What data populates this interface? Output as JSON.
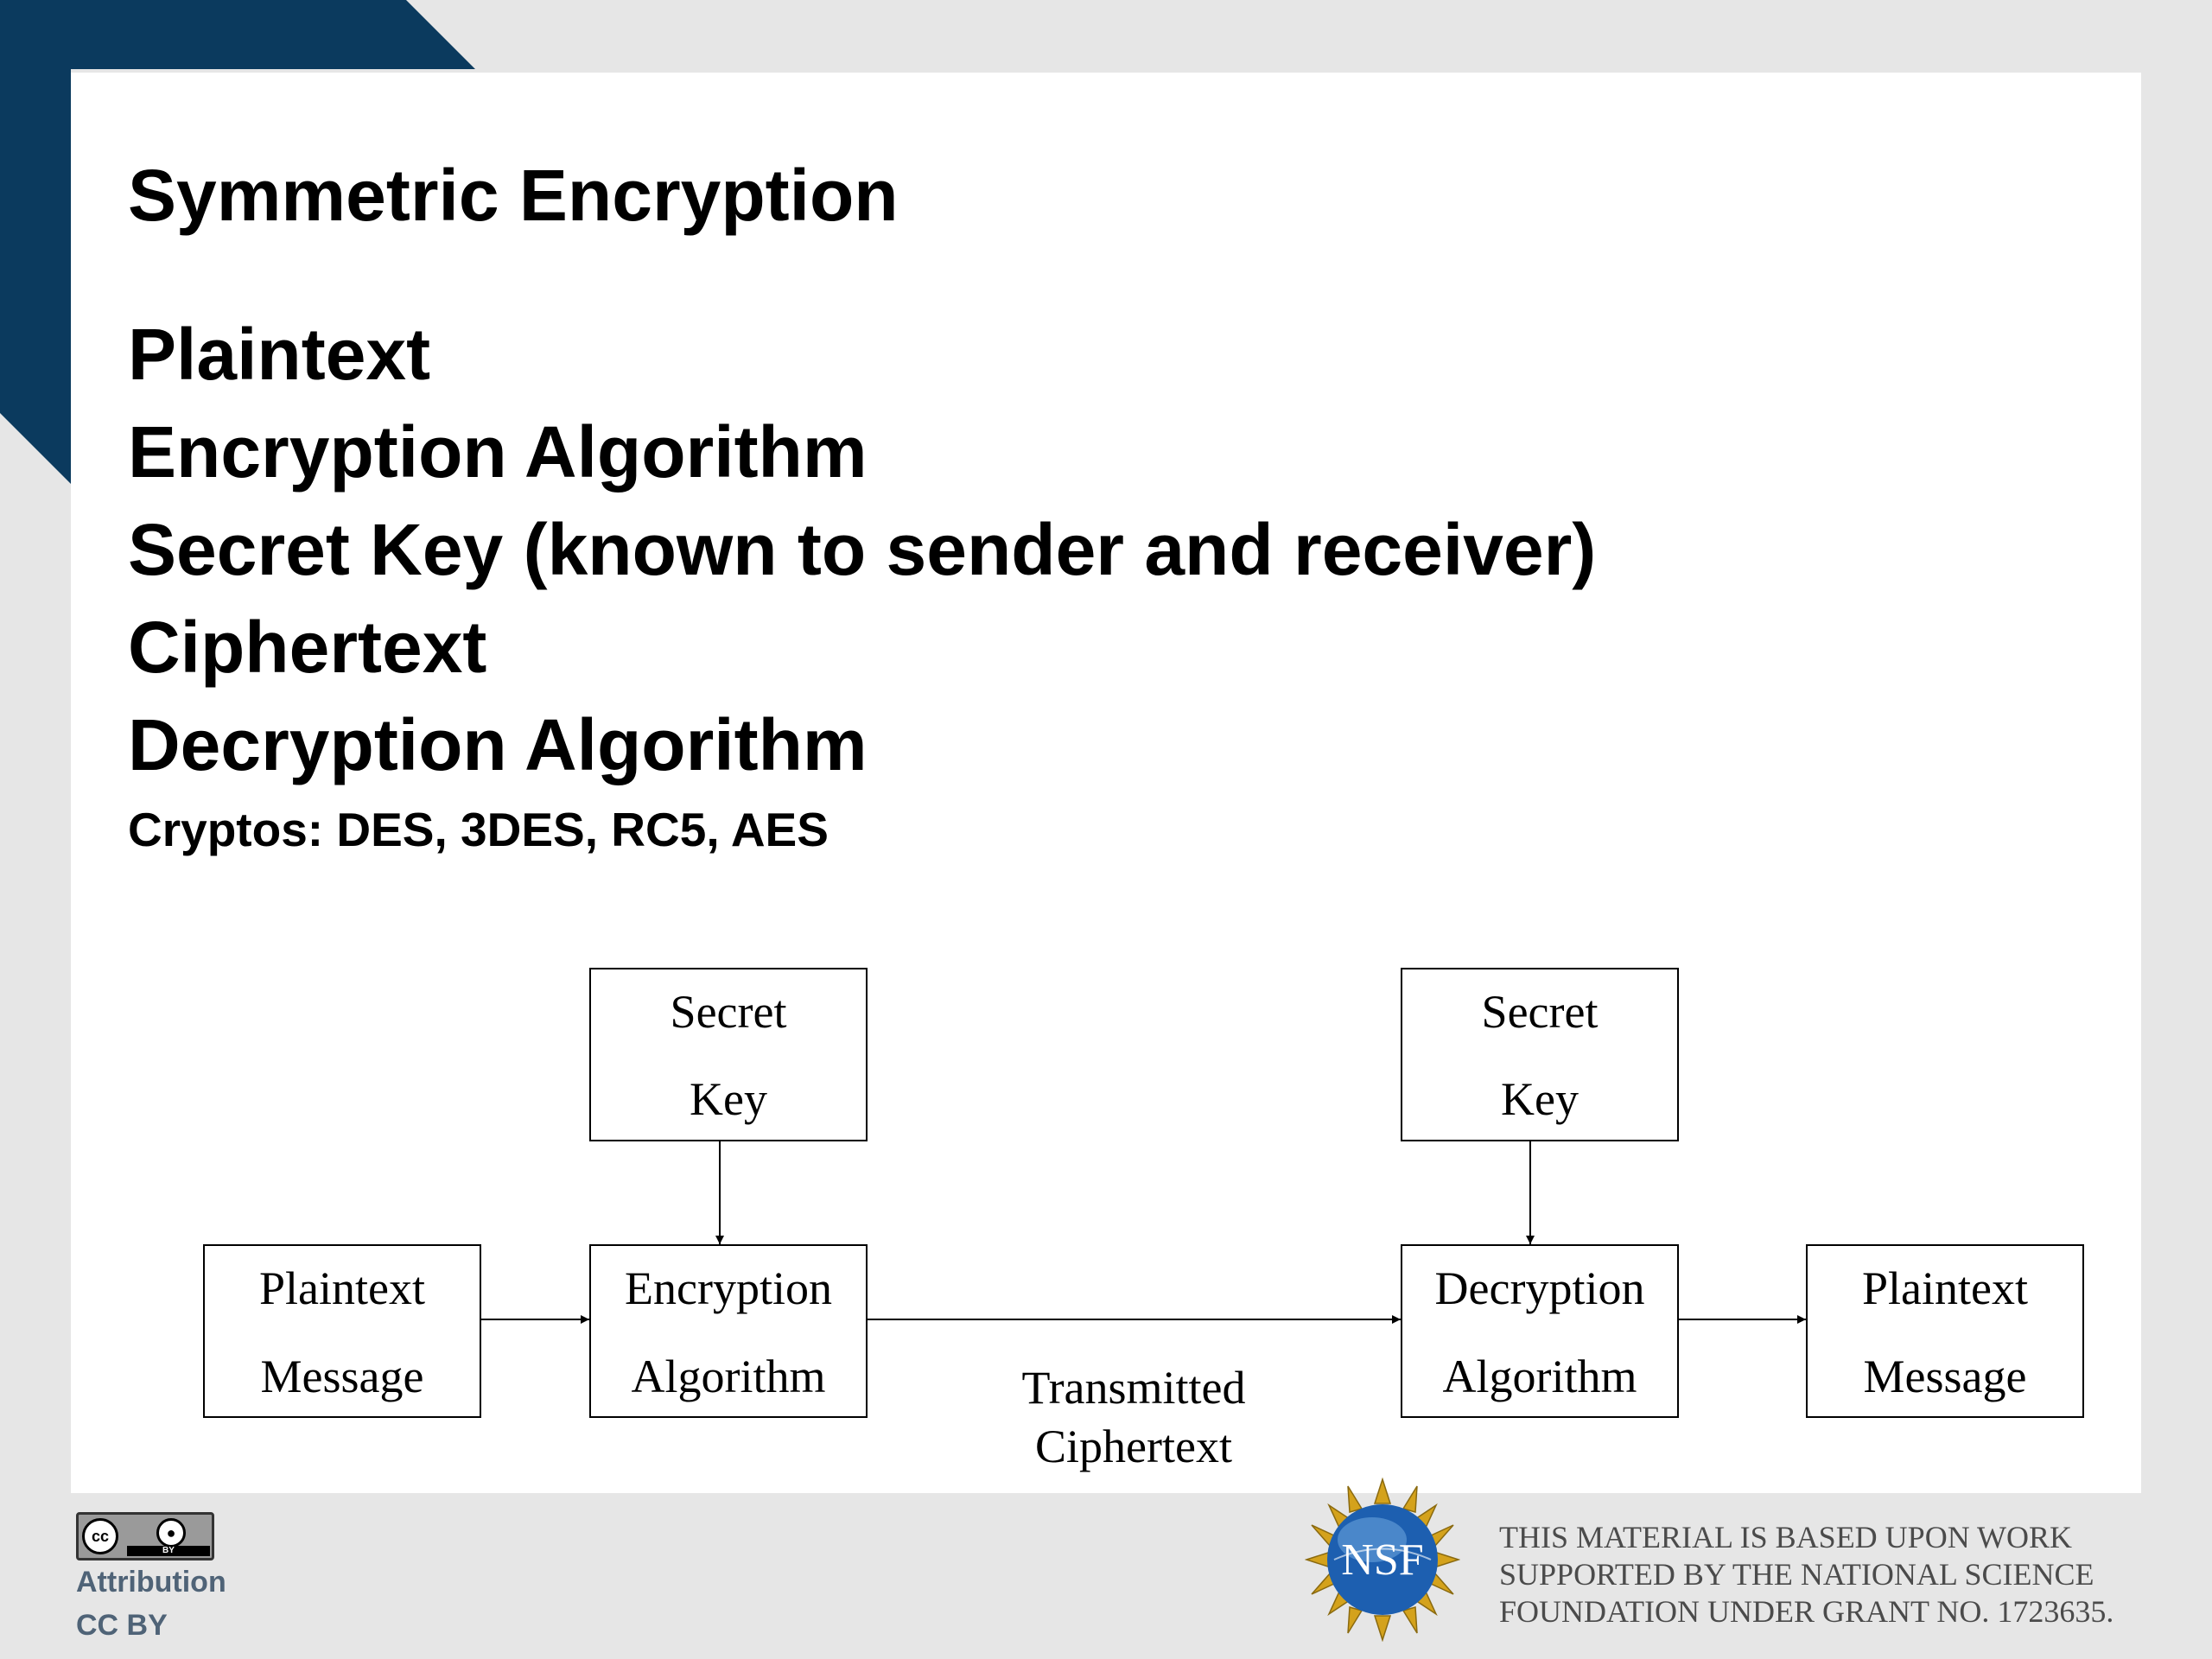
{
  "slide": {
    "title": "Symmetric Encryption",
    "bullets": [
      "Plaintext",
      "Encryption Algorithm",
      "Secret Key (known to sender and receiver)",
      "Ciphertext",
      "Decryption Algorithm"
    ],
    "cryptos": "Cryptos: DES, 3DES, RC5, AES"
  },
  "diagram": {
    "secret_key_enc": [
      "Secret",
      "Key"
    ],
    "secret_key_dec": [
      "Secret",
      "Key"
    ],
    "plaintext_in": [
      "Plaintext",
      "Message"
    ],
    "encryption": [
      "Encryption",
      "Algorithm"
    ],
    "decryption": [
      "Decryption",
      "Algorithm"
    ],
    "plaintext_out": [
      "Plaintext",
      "Message"
    ],
    "transmitted": [
      "Transmitted",
      "Ciphertext"
    ]
  },
  "footer": {
    "license_lines": [
      "Attribution",
      "CC BY"
    ],
    "cc_badge": {
      "cc": "cc",
      "by": "BY"
    },
    "nsf_logo": "NSF",
    "nsf_statement": [
      "THIS MATERIAL IS BASED UPON WORK",
      "SUPPORTED BY THE NATIONAL SCIENCE",
      "FOUNDATION UNDER GRANT NO. 1723635."
    ]
  },
  "colors": {
    "corner_navy": "#0b3a5e",
    "frame_gray": "#e6e6e6",
    "nsf_blue": "#1d5fb0",
    "nsf_gold": "#d4a21c"
  },
  "icons": [
    "cc-license-icon",
    "nsf-logo-icon",
    "arrow-icon"
  ]
}
